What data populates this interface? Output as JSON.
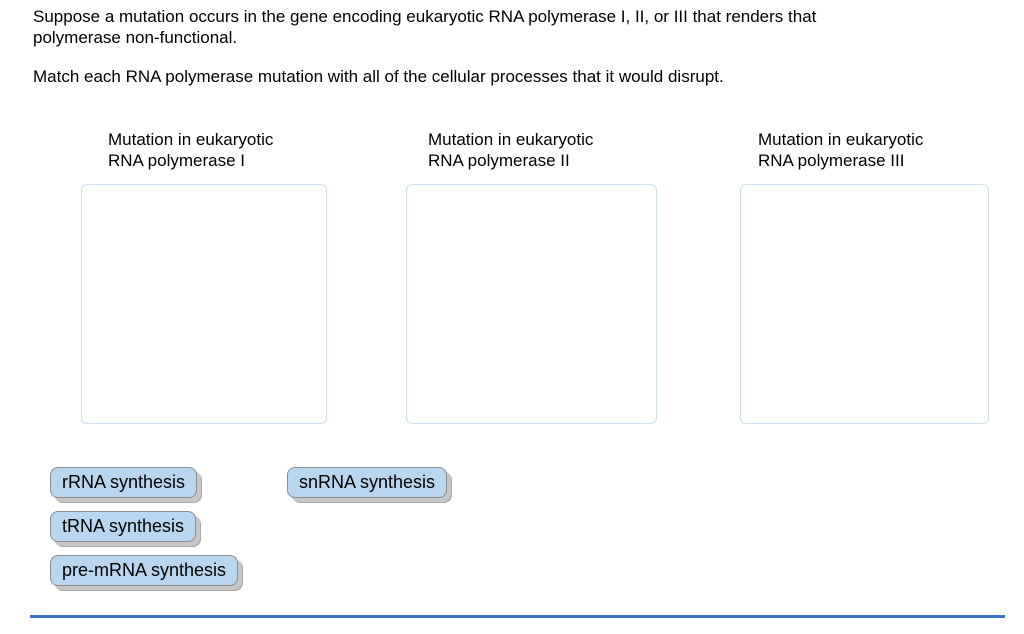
{
  "instructions": {
    "paragraph1_line1": "Suppose a mutation occurs in the gene encoding eukaryotic RNA polymerase I, II, or III that renders that",
    "paragraph1_line2": "polymerase non-functional.",
    "paragraph2": "Match each RNA polymerase mutation with all of the cellular processes that it would disrupt."
  },
  "columns": [
    {
      "label_line1": "Mutation in eukaryotic",
      "label_line2": "RNA polymerase I",
      "contents": []
    },
    {
      "label_line1": "Mutation in eukaryotic",
      "label_line2": "RNA polymerase II",
      "contents": []
    },
    {
      "label_line1": "Mutation in eukaryotic",
      "label_line2": "RNA polymerase III",
      "contents": []
    }
  ],
  "tokens": [
    {
      "label": "rRNA synthesis"
    },
    {
      "label": "snRNA synthesis"
    },
    {
      "label": "tRNA synthesis"
    },
    {
      "label": "pre-mRNA synthesis"
    }
  ],
  "colors": {
    "token_fill": "#b9d6f0",
    "token_border": "#8c8c8c",
    "token_shadow": "#c6c6c6",
    "dropzone_border": "#cfe0f4",
    "divider_blue": "#3a70c8",
    "text": "#000000",
    "background": "#ffffff"
  }
}
